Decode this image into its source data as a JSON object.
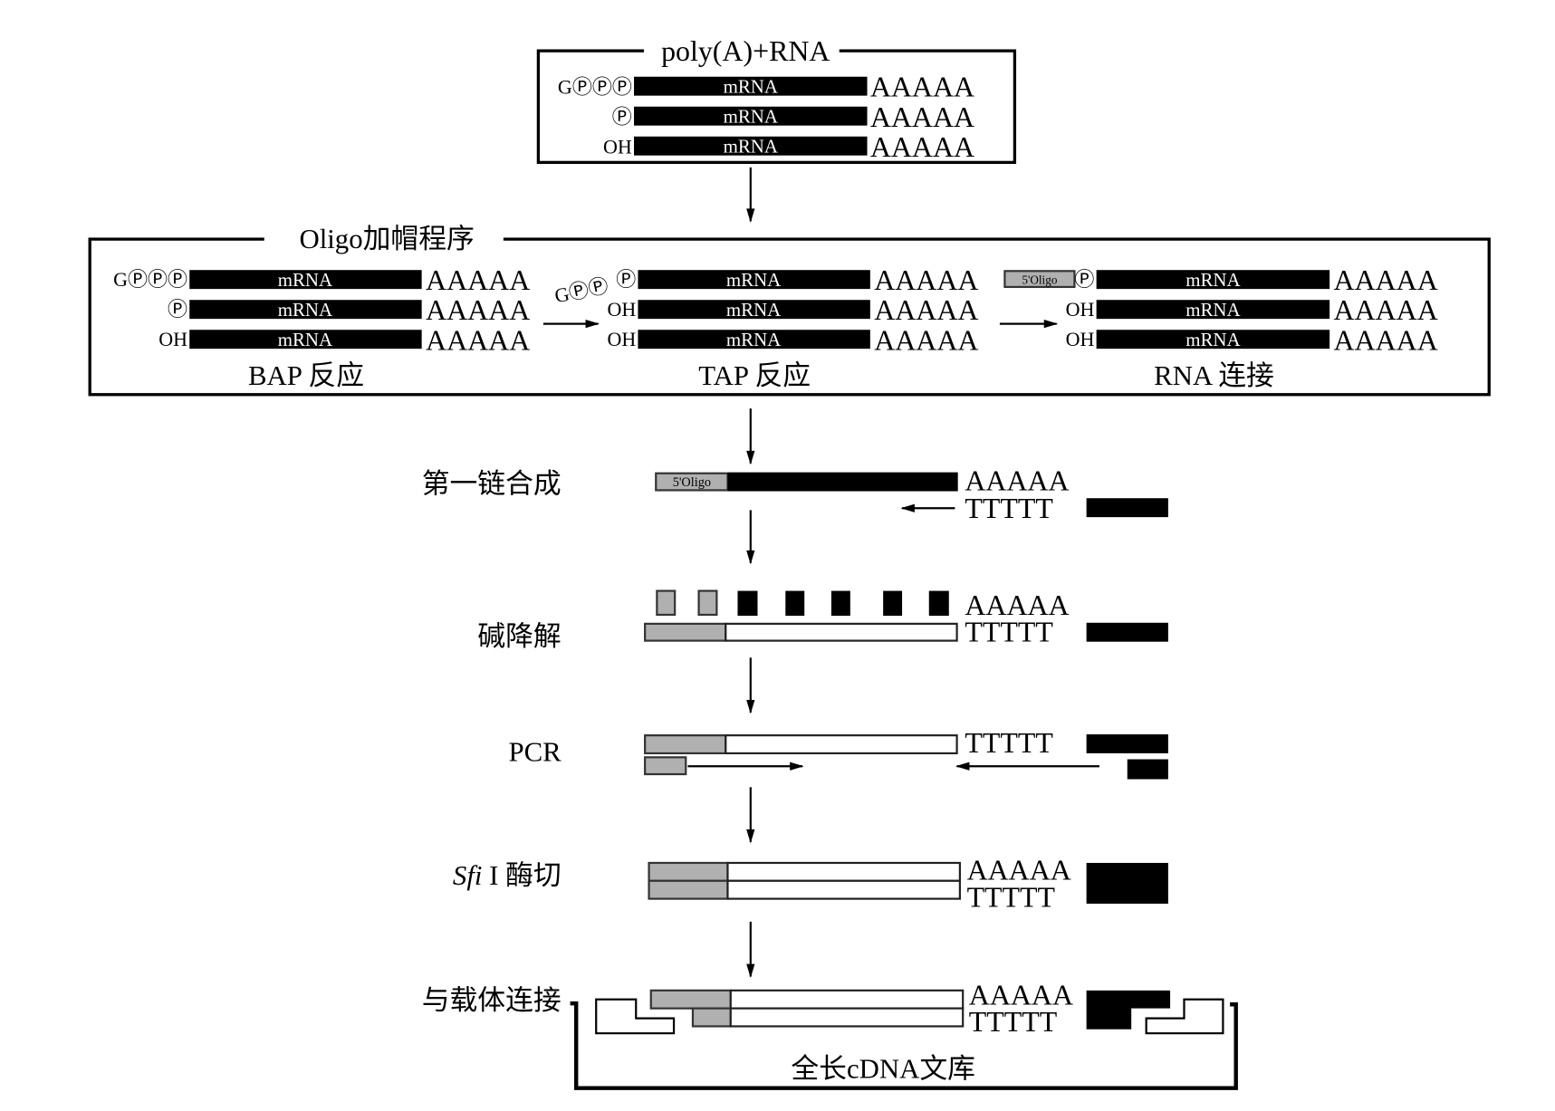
{
  "colors": {
    "strand_black": "#000000",
    "oligo_gray": "#b0b0b0",
    "background": "#ffffff"
  },
  "poly_box": {
    "title": "poly(A)+RNA",
    "rows": [
      {
        "five_prime": "GⓅⓅⓅ",
        "label": "mRNA",
        "tail": "AAAAA"
      },
      {
        "five_prime": "Ⓟ",
        "label": "mRNA",
        "tail": "AAAAA"
      },
      {
        "five_prime": "OH",
        "label": "mRNA",
        "tail": "AAAAA"
      }
    ]
  },
  "oligo_box": {
    "title": "Oligo加帽程序",
    "bap": {
      "caption": "BAP 反应",
      "rows": [
        {
          "five_prime": "GⓅⓅⓅ",
          "label": "mRNA",
          "tail": "AAAAA"
        },
        {
          "five_prime": "Ⓟ",
          "label": "mRNA",
          "tail": "AAAAA"
        },
        {
          "five_prime": "OH",
          "label": "mRNA",
          "tail": "AAAAA"
        }
      ]
    },
    "tap": {
      "caption": "TAP 反应",
      "released_cap": "GⓅⓅ",
      "rows": [
        {
          "five_prime": "Ⓟ",
          "label": "mRNA",
          "tail": "AAAAA"
        },
        {
          "five_prime": "OH",
          "label": "mRNA",
          "tail": "AAAAA"
        },
        {
          "five_prime": "OH",
          "label": "mRNA",
          "tail": "AAAAA"
        }
      ]
    },
    "ligation": {
      "caption": "RNA 连接",
      "oligo_label": "5'Oligo",
      "rows": [
        {
          "five_prime": "Ⓟ",
          "label": "mRNA",
          "tail": "AAAAA"
        },
        {
          "five_prime": "OH",
          "label": "mRNA",
          "tail": "AAAAA"
        },
        {
          "five_prime": "OH",
          "label": "mRNA",
          "tail": "AAAAA"
        }
      ]
    }
  },
  "steps": {
    "first_strand": {
      "label": "第一链合成",
      "oligo_label": "5'Oligo",
      "polyA": "AAAAA",
      "polyT": "TTTTT"
    },
    "alkaline": {
      "label": "碱降解",
      "polyA": "AAAAA",
      "polyT": "TTTTT"
    },
    "pcr": {
      "label": "PCR",
      "polyT": "TTTTT"
    },
    "sfi": {
      "label_italic": "Sfi",
      "label_rest": " I 酶切",
      "polyA": "AAAAA",
      "polyT": "TTTTT"
    },
    "vector": {
      "label": "与载体连接",
      "polyA": "AAAAA",
      "polyT": "TTTTT",
      "library_label": "全长cDNA文库"
    }
  }
}
